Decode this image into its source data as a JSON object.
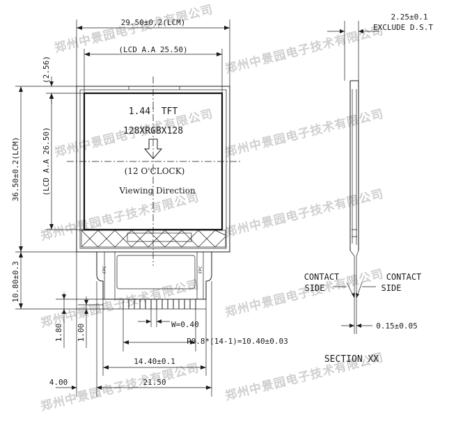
{
  "watermark": "郑州中景园电子技术有限公司",
  "front_view": {
    "width_lcm": "29.50±0.2(LCM)",
    "width_aa": "(LCD A.A 25.50)",
    "top_offset": "(2.56)",
    "height_lcm": "36.50±0.2(LCM)",
    "height_aa": "(LCD A.A 26.50)",
    "fpc_height": "10.80±0.3",
    "dim_180": "1.80",
    "dim_100": "1.00",
    "pin_width": "W=0.40",
    "pitch": "P0.8*(14-1)=10.40±0.03",
    "fpc_width": "14.40±0.1",
    "offset_left": "4.00",
    "overall_fpc": "21.50",
    "screen_title": "1.44' TFT",
    "resolution": "128XRGBX128",
    "clock": "(12 O'CLOCK)",
    "viewing": "Viewing Direction"
  },
  "section_view": {
    "thickness": "2.25±0.1",
    "exclude": "EXCLUDE D.S.T",
    "contact_left_1": "CONTACT",
    "contact_left_2": "SIDE",
    "contact_right_1": "CONTACT",
    "contact_right_2": "SIDE",
    "fpc_thickness": "0.15±0.05",
    "section_label": "SECTION XX"
  }
}
